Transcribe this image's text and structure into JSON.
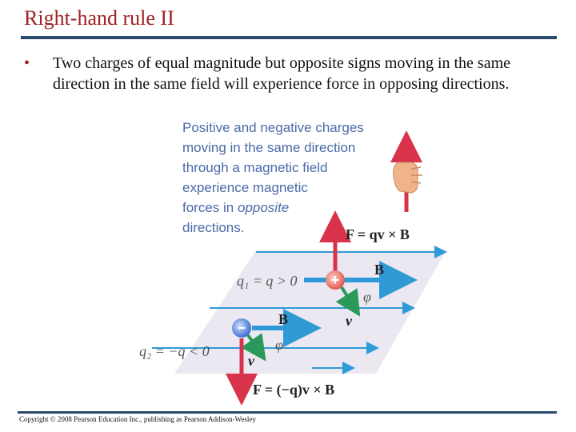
{
  "slide": {
    "title": "Right-hand rule II",
    "bullet": "•",
    "bullet_text": "Two charges of equal magnitude but opposite signs moving in the same direction in the same field will experience force in opposing directions.",
    "copyright": "Copyright © 2008 Pearson Education Inc., publishing as Pearson Addison-Wesley"
  },
  "figure": {
    "caption_lines": [
      "Positive and negative charges",
      "moving in the same direction",
      "through a magnetic field",
      "experience magnetic"
    ],
    "caption_last_prefix": "forces in ",
    "caption_last_italic": "opposite",
    "caption_final": "directions.",
    "eq_top": "F = qv × B",
    "eq_bottom": "F = (−q)v × B",
    "label_q1": "q₁ = q > 0",
    "label_q2": "q₂ = −q < 0",
    "label_B": "B",
    "label_v": "v",
    "label_phi": "φ",
    "plus": "+",
    "minus": "−",
    "colors": {
      "field": "#2e9bd6",
      "force": "#d8334a",
      "velocity": "#2a9a5a",
      "plane": "#e9e4ef",
      "positive": "#e05a50",
      "negative": "#3e6fd0"
    }
  }
}
